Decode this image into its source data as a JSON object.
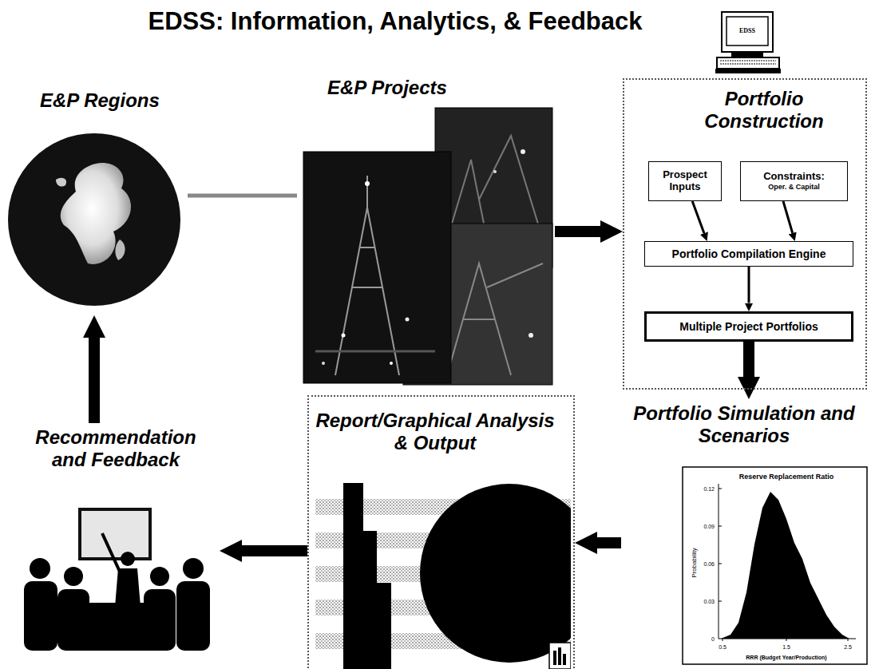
{
  "diagram": {
    "title": "EDSS: Information, Analytics, & Feedback",
    "nodes": [
      {
        "text": [
          "E&P Regions"
        ]
      },
      {
        "text": [
          "E&P Projects"
        ]
      },
      {
        "text": [
          "Portfolio Construction"
        ]
      },
      {
        "text": [
          "Prospect Inputs"
        ],
        "in": 2
      },
      {
        "text": [
          "Constraints:",
          "Oper. & Capital"
        ],
        "in": 2
      },
      {
        "text": [
          "Portfolio Compilation Engine"
        ],
        "in": 2
      },
      {
        "text": [
          "Multiple Project Portfolios"
        ],
        "in": 2
      },
      {
        "text": [
          "Portfolio Simulation and Scenarios"
        ]
      },
      {
        "text": [
          "Report/Graphical Analysis & Output"
        ]
      },
      {
        "text": [
          "Recommendation and Feedback"
        ]
      }
    ],
    "edges": [
      {
        "from": 0,
        "to": 1,
        "arrow": "none"
      },
      {
        "from": 1,
        "to": 2,
        "arrow": "to"
      },
      {
        "from": 3,
        "to": 5,
        "arrow": "to"
      },
      {
        "from": 4,
        "to": 5,
        "arrow": "to"
      },
      {
        "from": 5,
        "to": 6,
        "arrow": "to"
      },
      {
        "from": 6,
        "to": 7,
        "arrow": "to"
      },
      {
        "from": 7,
        "to": 8,
        "arrow": "to"
      },
      {
        "from": 8,
        "to": 9,
        "arrow": "to"
      },
      {
        "from": 9,
        "to": 0,
        "arrow": "to"
      }
    ],
    "labels": [
      "EDSS",
      "Reserve Replacement Ratio",
      "0.12",
      "0.09",
      "0.06",
      "0.03",
      "0",
      "0.5",
      "1.5",
      "2.5",
      "Probability",
      "RRR (Budget Year/Production)"
    ]
  }
}
